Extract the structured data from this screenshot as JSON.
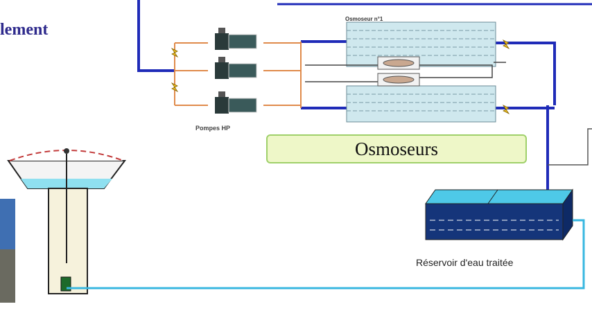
{
  "heading": "lement",
  "osmoseurs_label": "Osmoseurs",
  "pumps_label": "Pompes HP",
  "osmoseur_title": "Osmoseur n°1",
  "reservoir_label": "Réservoir d'eau traitée",
  "colors": {
    "main_pipe": "#1f2bb8",
    "return_pipe": "#38b7e0",
    "heading": "#2e2a8c",
    "label_fill": "#eef7c8",
    "label_border": "#9fd06a",
    "tank_water": "#8fe0f0",
    "reservoir_top": "#4ec9e8",
    "reservoir_water": "#15357a"
  }
}
